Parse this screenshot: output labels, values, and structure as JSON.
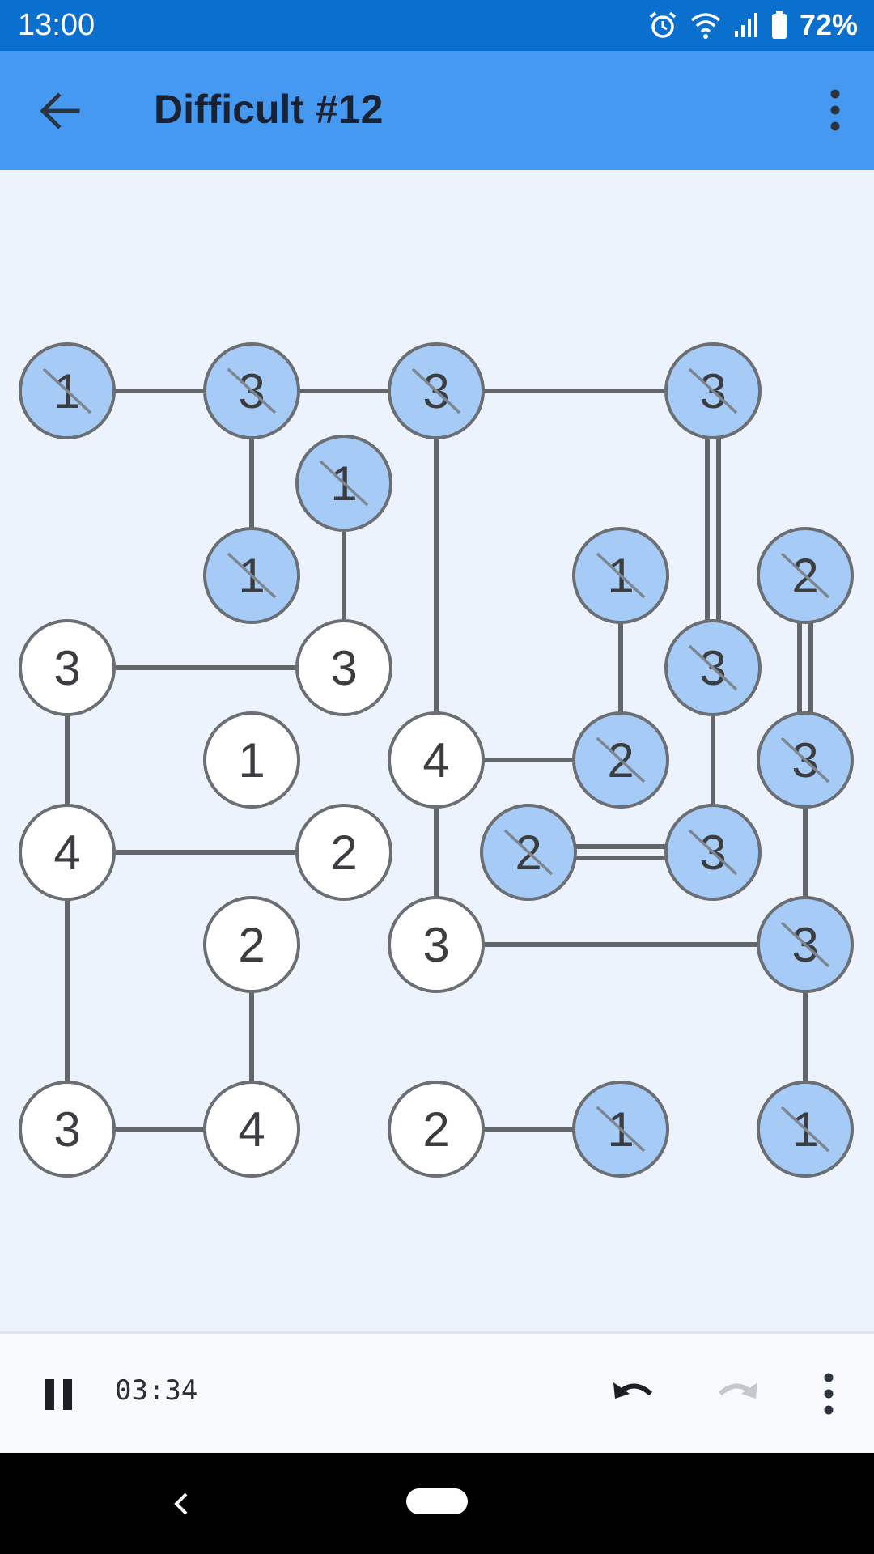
{
  "status_bar": {
    "time": "13:00",
    "battery": "72%",
    "icons": [
      "alarm-icon",
      "wifi-icon",
      "signal-icon",
      "battery-icon"
    ]
  },
  "app_bar": {
    "title": "Difficult #12",
    "back_icon": "arrow-left-icon",
    "menu_icon": "more-vert-icon"
  },
  "board": {
    "colors": {
      "done_fill": "#a6cbf7",
      "open_fill": "#ffffff",
      "stroke": "#6b6e72",
      "bridge": "#636669",
      "text": "#3b3d40"
    },
    "islands": [
      {
        "id": "a",
        "col": 0,
        "row": 0,
        "label": "1",
        "done": true
      },
      {
        "id": "b",
        "col": 2,
        "row": 0,
        "label": "3",
        "done": true
      },
      {
        "id": "c",
        "col": 4,
        "row": 0,
        "label": "3",
        "done": true
      },
      {
        "id": "d",
        "col": 7,
        "row": 0,
        "label": "3",
        "done": true
      },
      {
        "id": "e",
        "col": 3,
        "row": 1,
        "label": "1",
        "done": true
      },
      {
        "id": "f",
        "col": 2,
        "row": 2,
        "label": "1",
        "done": true
      },
      {
        "id": "g",
        "col": 6,
        "row": 2,
        "label": "1",
        "done": true
      },
      {
        "id": "h",
        "col": 8,
        "row": 2,
        "label": "2",
        "done": true
      },
      {
        "id": "i",
        "col": 0,
        "row": 3,
        "label": "3",
        "done": false
      },
      {
        "id": "j",
        "col": 3,
        "row": 3,
        "label": "3",
        "done": false
      },
      {
        "id": "k",
        "col": 7,
        "row": 3,
        "label": "3",
        "done": true
      },
      {
        "id": "l",
        "col": 2,
        "row": 4,
        "label": "1",
        "done": false
      },
      {
        "id": "m",
        "col": 4,
        "row": 4,
        "label": "4",
        "done": false
      },
      {
        "id": "n",
        "col": 6,
        "row": 4,
        "label": "2",
        "done": true
      },
      {
        "id": "o",
        "col": 8,
        "row": 4,
        "label": "3",
        "done": true
      },
      {
        "id": "p",
        "col": 0,
        "row": 5,
        "label": "4",
        "done": false
      },
      {
        "id": "q",
        "col": 3,
        "row": 5,
        "label": "2",
        "done": false
      },
      {
        "id": "r",
        "col": 5,
        "row": 5,
        "label": "2",
        "done": true
      },
      {
        "id": "s",
        "col": 7,
        "row": 5,
        "label": "3",
        "done": true
      },
      {
        "id": "t",
        "col": 2,
        "row": 6,
        "label": "2",
        "done": false
      },
      {
        "id": "u",
        "col": 4,
        "row": 6,
        "label": "3",
        "done": false
      },
      {
        "id": "v",
        "col": 8,
        "row": 6,
        "label": "3",
        "done": true
      },
      {
        "id": "w",
        "col": 0,
        "row": 8,
        "label": "3",
        "done": false
      },
      {
        "id": "x",
        "col": 2,
        "row": 8,
        "label": "4",
        "done": false
      },
      {
        "id": "y",
        "col": 4,
        "row": 8,
        "label": "2",
        "done": false
      },
      {
        "id": "z",
        "col": 6,
        "row": 8,
        "label": "1",
        "done": true
      },
      {
        "id": "aa",
        "col": 8,
        "row": 8,
        "label": "1",
        "done": true
      }
    ],
    "bridges": [
      {
        "from": "a",
        "to": "b",
        "count": 1
      },
      {
        "from": "b",
        "to": "c",
        "count": 1
      },
      {
        "from": "c",
        "to": "d",
        "count": 1
      },
      {
        "from": "b",
        "to": "f",
        "count": 1
      },
      {
        "from": "e",
        "to": "j",
        "count": 1
      },
      {
        "from": "c",
        "to": "m",
        "count": 1
      },
      {
        "from": "d",
        "to": "k",
        "count": 2
      },
      {
        "from": "g",
        "to": "n",
        "count": 1
      },
      {
        "from": "h",
        "to": "o",
        "count": 2
      },
      {
        "from": "i",
        "to": "j",
        "count": 1
      },
      {
        "from": "i",
        "to": "p",
        "count": 1
      },
      {
        "from": "k",
        "to": "s",
        "count": 1
      },
      {
        "from": "m",
        "to": "n",
        "count": 1
      },
      {
        "from": "m",
        "to": "u",
        "count": 1
      },
      {
        "from": "o",
        "to": "v",
        "count": 1
      },
      {
        "from": "p",
        "to": "q",
        "count": 1
      },
      {
        "from": "p",
        "to": "w",
        "count": 1
      },
      {
        "from": "r",
        "to": "s",
        "count": 2
      },
      {
        "from": "t",
        "to": "x",
        "count": 1
      },
      {
        "from": "u",
        "to": "v",
        "count": 1
      },
      {
        "from": "v",
        "to": "aa",
        "count": 1
      },
      {
        "from": "w",
        "to": "x",
        "count": 1
      },
      {
        "from": "y",
        "to": "z",
        "count": 1
      }
    ]
  },
  "bottom_bar": {
    "timer": "03:34",
    "pause_icon": "pause-icon",
    "undo_icon": "undo-icon",
    "redo_icon": "redo-icon",
    "more_icon": "more-vert-icon",
    "redo_enabled": false
  },
  "nav_bar": {
    "back_icon": "nav-back-icon",
    "home_icon": "home-pill-icon"
  }
}
